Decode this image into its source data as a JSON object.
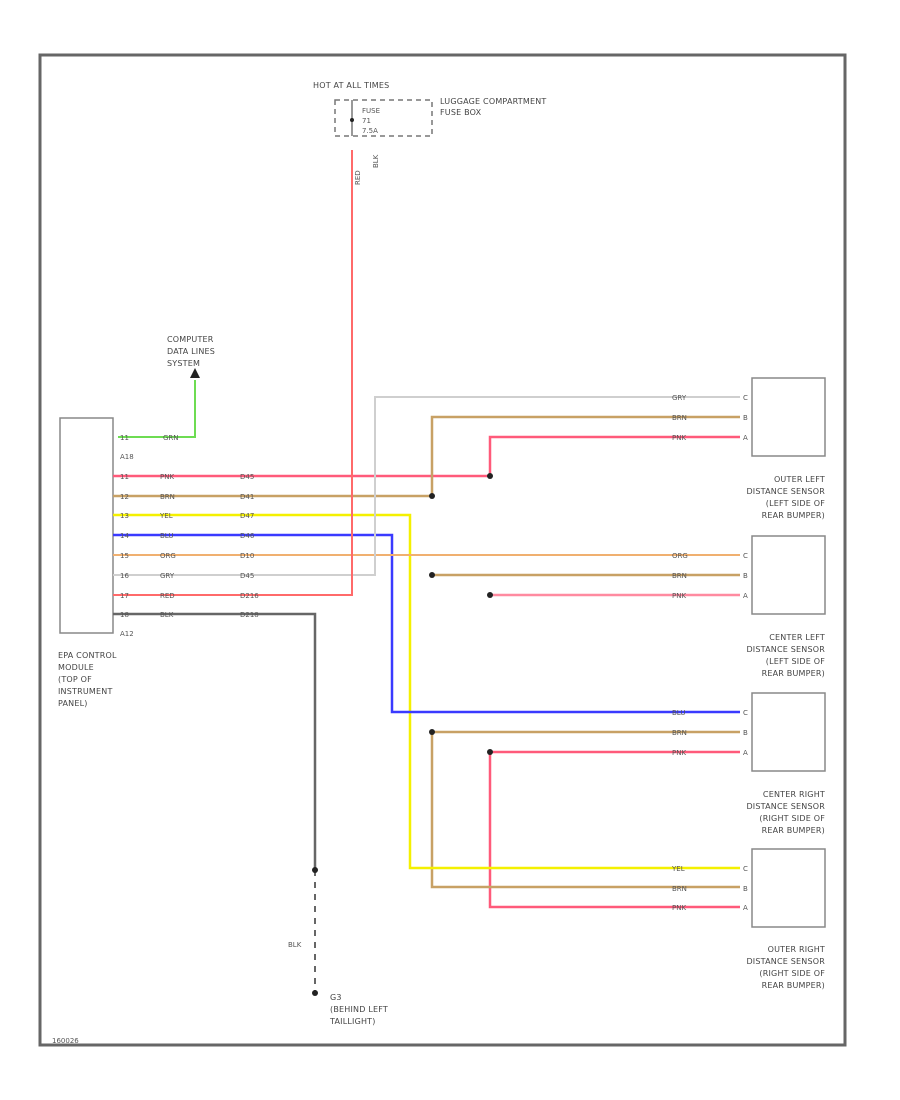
{
  "fuse": {
    "top_label": "HOT AT ALL TIMES",
    "name": "FUSE",
    "number": "71",
    "rating": "7.5A",
    "box_label": [
      "LUGGAGE COMPARTMENT",
      "FUSE BOX"
    ],
    "wire_color_left": "RED",
    "wire_color_right": "BLK"
  },
  "data_lines": {
    "label": [
      "COMPUTER",
      "DATA LINES",
      "SYSTEM"
    ],
    "pin": "11",
    "wire_color": "GRN"
  },
  "module": {
    "connector_top": "A18",
    "connector_bottom": "A12",
    "label": [
      "EPA CONTROL",
      "MODULE",
      "(TOP OF",
      "INSTRUMENT",
      "PANEL)"
    ],
    "pins": [
      {
        "pin": "11",
        "color": "PNK",
        "circuit": "D45"
      },
      {
        "pin": "12",
        "color": "BRN",
        "circuit": "D41"
      },
      {
        "pin": "13",
        "color": "YEL",
        "circuit": "D47"
      },
      {
        "pin": "14",
        "color": "BLU",
        "circuit": "D46"
      },
      {
        "pin": "15",
        "color": "ORG",
        "circuit": "D10"
      },
      {
        "pin": "16",
        "color": "GRY",
        "circuit": "D45"
      },
      {
        "pin": "17",
        "color": "RED",
        "circuit": "D216"
      },
      {
        "pin": "18",
        "color": "BLK",
        "circuit": "D218"
      }
    ]
  },
  "sensors": [
    {
      "label": [
        "OUTER LEFT",
        "DISTANCE SENSOR",
        "(LEFT SIDE OF",
        "REAR BUMPER)"
      ],
      "wires": [
        {
          "color": "GRY",
          "pin": "C"
        },
        {
          "color": "BRN",
          "pin": "B"
        },
        {
          "color": "PNK",
          "pin": "A"
        }
      ]
    },
    {
      "label": [
        "CENTER LEFT",
        "DISTANCE SENSOR",
        "(LEFT SIDE OF",
        "REAR BUMPER)"
      ],
      "wires": [
        {
          "color": "ORG",
          "pin": "C"
        },
        {
          "color": "BRN",
          "pin": "B"
        },
        {
          "color": "PNK",
          "pin": "A"
        }
      ]
    },
    {
      "label": [
        "CENTER RIGHT",
        "DISTANCE SENSOR",
        "(RIGHT SIDE OF",
        "REAR BUMPER)"
      ],
      "wires": [
        {
          "color": "BLU",
          "pin": "C"
        },
        {
          "color": "BRN",
          "pin": "B"
        },
        {
          "color": "PNK",
          "pin": "A"
        }
      ]
    },
    {
      "label": [
        "OUTER RIGHT",
        "DISTANCE SENSOR",
        "(RIGHT SIDE OF",
        "REAR BUMPER)"
      ],
      "wires": [
        {
          "color": "YEL",
          "pin": "C"
        },
        {
          "color": "BRN",
          "pin": "B"
        },
        {
          "color": "PNK",
          "pin": "A"
        }
      ]
    }
  ],
  "ground": {
    "wire_color": "BLK",
    "id": "G3",
    "label": [
      "(BEHIND LEFT",
      "TAILLIGHT)"
    ]
  },
  "footer_code": "160026",
  "colors": {
    "red": "#ff6a6a",
    "pink": "#ff5a7a",
    "light_pink": "#ff8aa0",
    "brown": "#c8a165",
    "yellow": "#f4f000",
    "blue": "#3a3aff",
    "orange": "#f0b070",
    "gray": "#cfcfcf",
    "green": "#6ddc52",
    "black": "#555555"
  }
}
